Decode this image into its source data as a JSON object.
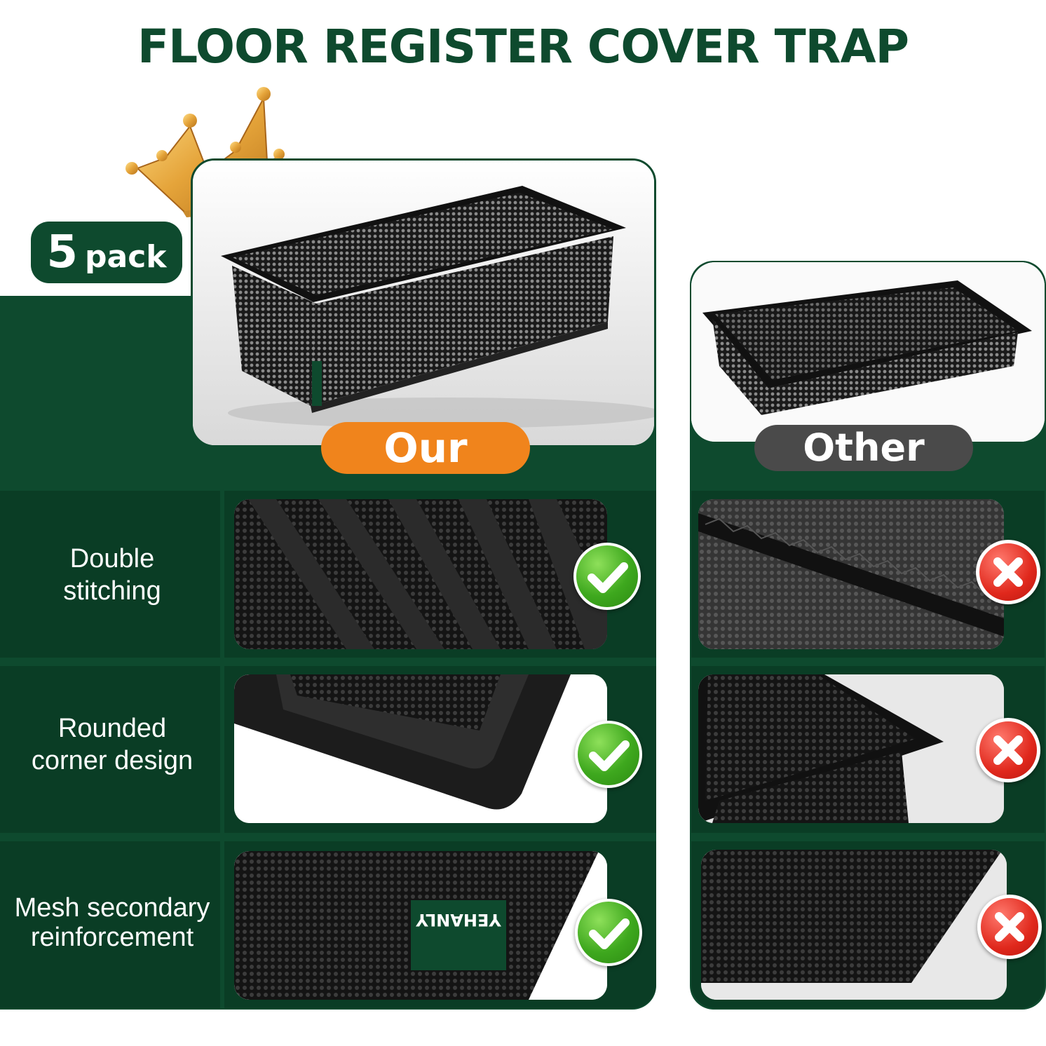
{
  "title": "FLOOR REGISTER COVER TRAP",
  "pack": {
    "number": "5",
    "word": "pack"
  },
  "our_label": "Our",
  "other_label": "Other",
  "brand_tag": "YEHANLY",
  "features": [
    {
      "label_line1": "Double",
      "label_line2": "stitching"
    },
    {
      "label_line1": "Rounded",
      "label_line2": "corner design"
    },
    {
      "label_line1": "Mesh secondary",
      "label_line2": "reinforcement"
    }
  ],
  "icons": {
    "crown": "crown-icon",
    "check": "check-icon",
    "cross": "cross-icon"
  },
  "colors": {
    "brand_green": "#0e4a2e",
    "dark_green": "#0a3d25",
    "orange": "#f0841c",
    "gray": "#4a4a4a",
    "check_green": "#3ea81e",
    "cross_red": "#e0281c"
  }
}
